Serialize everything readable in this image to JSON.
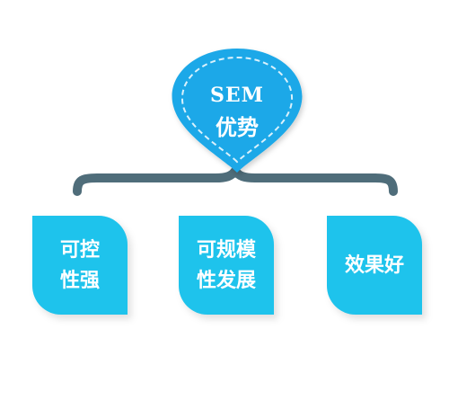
{
  "diagram": {
    "root": {
      "line1": "SEM",
      "line2": "优势"
    },
    "nodes": [
      {
        "lines": [
          "可控",
          "性强"
        ]
      },
      {
        "lines": [
          "可规模",
          "性发展"
        ]
      },
      {
        "lines": [
          "效果好"
        ]
      }
    ]
  },
  "colors": {
    "pin": "#1aa8e8",
    "pin_dash": "#d9f1fc",
    "bracket": "#4f6d7a",
    "card": "#1ec3ec",
    "text": "#ffffff"
  }
}
